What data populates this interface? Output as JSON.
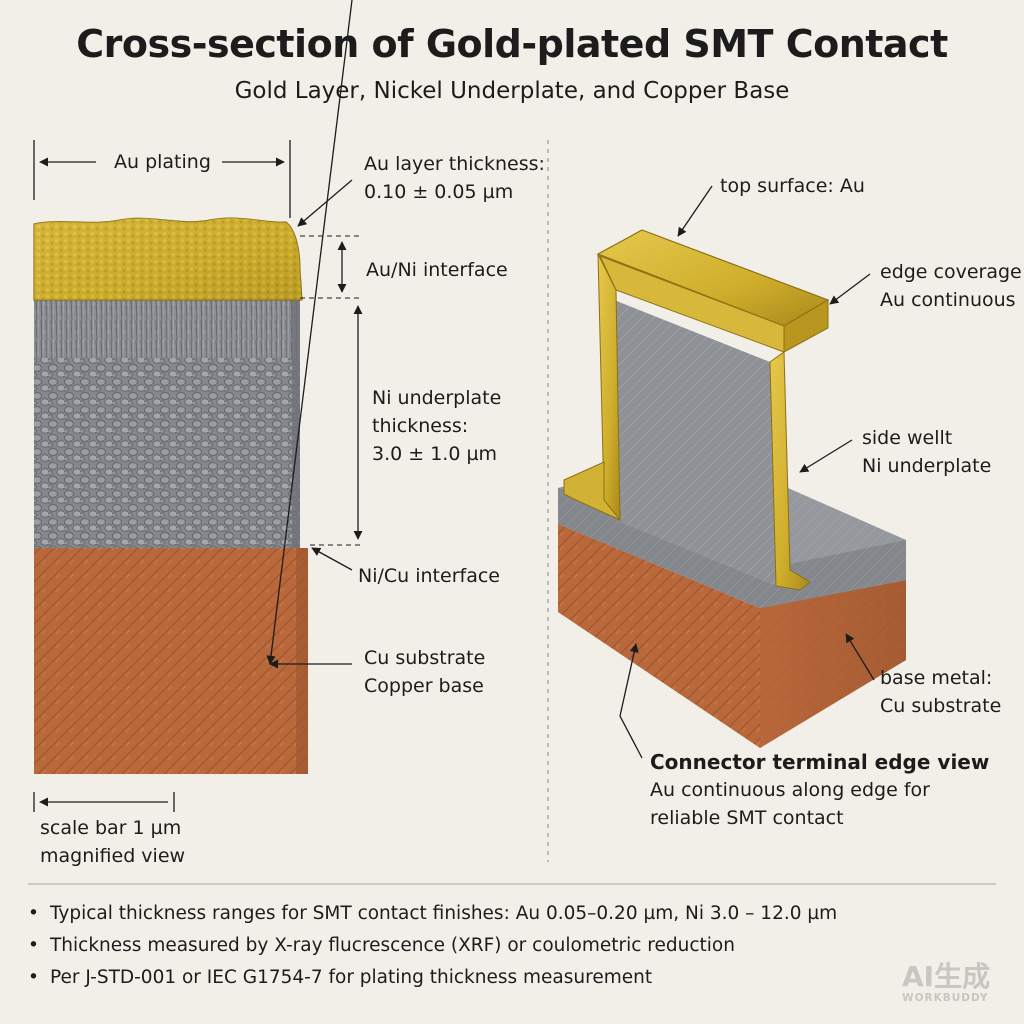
{
  "header": {
    "title": "Cross-section of Gold-plated SMT Contact",
    "subtitle": "Gold Layer, Nickel Underplate, and Copper Base"
  },
  "colors": {
    "gold": "#cfae2c",
    "nickel": "#8a8c90",
    "copper": "#b8673a",
    "background": "#f1efe8"
  },
  "cross_section": {
    "au_plating_label": "Au plating",
    "au_thickness": [
      "Au layer thickness:",
      "0.10 ± 0.05 µm"
    ],
    "au_ni_interface": "Au/Ni interface",
    "ni_thickness": [
      "Ni underplate",
      "thickness:",
      "3.0 ± 1.0 µm"
    ],
    "ni_cu_interface": "Ni/Cu interface",
    "cu_substrate": [
      "Cu substrate",
      "Copper base"
    ],
    "scale_bar": [
      "scale bar 1 µm",
      "magnified view"
    ]
  },
  "terminal_view": {
    "top_surface": "top surface: Au",
    "edge_coverage": [
      "edge coverage:",
      "Au continuous"
    ],
    "side_wall": [
      "side wellt",
      "Ni underplate"
    ],
    "base_metal": [
      "base metal:",
      "Cu substrate"
    ],
    "caption_title": "Connector terminal edge view",
    "caption_text": [
      "Au continuous along edge for",
      "reliable SMT contact"
    ]
  },
  "notes": [
    "Typical thickness ranges for SMT contact finishes: Au 0.05–0.20 µm, Ni 3.0 – 12.0 µm",
    "Thickness measured by X-ray flucrescence (XRF) or coulometric reduction",
    "Per J-STD-001 or IEC G1754-7 for plating thickness measurement"
  ],
  "watermark": {
    "main": "AI生成",
    "sub": "WORKBUDDY"
  }
}
